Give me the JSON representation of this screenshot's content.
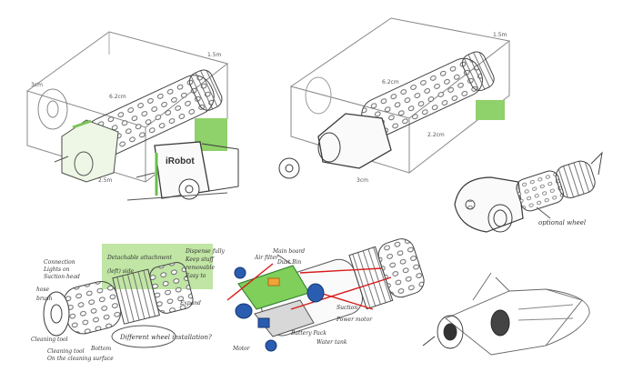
{
  "sheet": {
    "background": "#ffffff",
    "ink": "#3a3a3a",
    "accent_green": "#8fd16a",
    "accent_blue": "#2a5db0",
    "accent_red": "#d81b1b"
  },
  "sketch_1": {
    "brand_logo": "iRobot",
    "dimension_labels": [
      "6.2cm",
      "1.5m",
      "2.5m",
      "3cm"
    ]
  },
  "sketch_2": {
    "dimension_labels": [
      "6.2cm",
      "2.2cm",
      "1.5m",
      "3cm"
    ]
  },
  "sketch_3": {
    "callout": "optional wheel"
  },
  "sketch_4": {
    "callouts": [
      "Connection",
      "Lights on",
      "Suction head",
      "hose",
      "brush",
      "Cleaning tool",
      "Detachable attachment",
      "(left) side",
      "Dispense fully",
      "Keep stuff",
      "removable",
      "Easy to",
      "Expand",
      "Cleaning tool",
      "On the cleaning surface",
      "Bottom",
      "Different wheel installation?"
    ]
  },
  "sketch_5": {
    "callouts": [
      "Main board",
      "Dust Bin",
      "Air filter",
      "Suction",
      "Power motor",
      "Water tank",
      "Motor",
      "Battery Pack"
    ]
  }
}
